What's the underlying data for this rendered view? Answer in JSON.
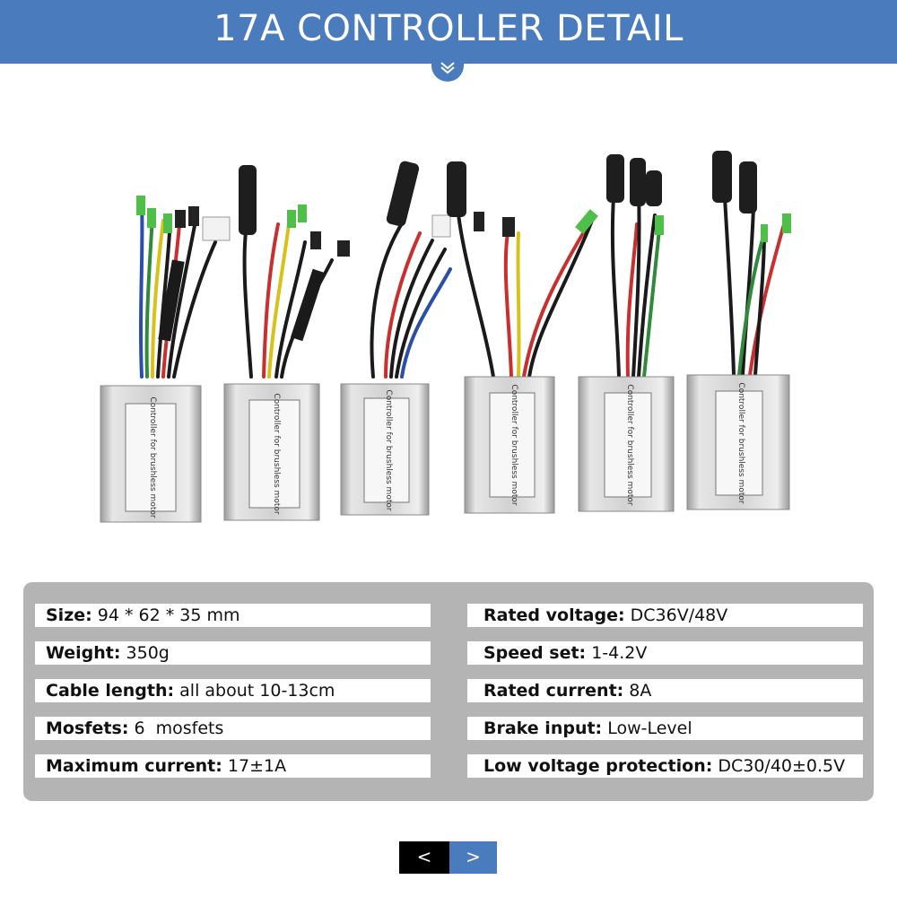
{
  "header": {
    "title": "17A CONTROLLER DETAIL"
  },
  "icons": {
    "scroll_down": "double-chevron-down-icon",
    "prev": "<",
    "next": ">"
  },
  "colors": {
    "accent": "#4a7bbd",
    "panel": "#b4b4b4"
  },
  "photo": {
    "label_text": "Controller for brushless motor"
  },
  "specs": {
    "left": [
      {
        "label": "Size:",
        "value": " 94 * 62 * 35 mm"
      },
      {
        "label": "Weight:",
        "value": " 350g"
      },
      {
        "label": "Cable length:",
        "value": " all about 10-13cm"
      },
      {
        "label": "Mosfets:",
        "value": " 6  mosfets"
      },
      {
        "label": "Maximum current:",
        "value": " 17±1A"
      }
    ],
    "right": [
      {
        "label": "Rated voltage:",
        "value": " DC36V/48V"
      },
      {
        "label": "Speed set:",
        "value": " 1-4.2V"
      },
      {
        "label": "Rated current:",
        "value": " 8A"
      },
      {
        "label": "Brake input:",
        "value": " Low-Level"
      },
      {
        "label": "Low voltage protection:",
        "value": " DC30/40±0.5V"
      }
    ]
  },
  "pager": {
    "prev_label": "<",
    "next_label": ">"
  }
}
